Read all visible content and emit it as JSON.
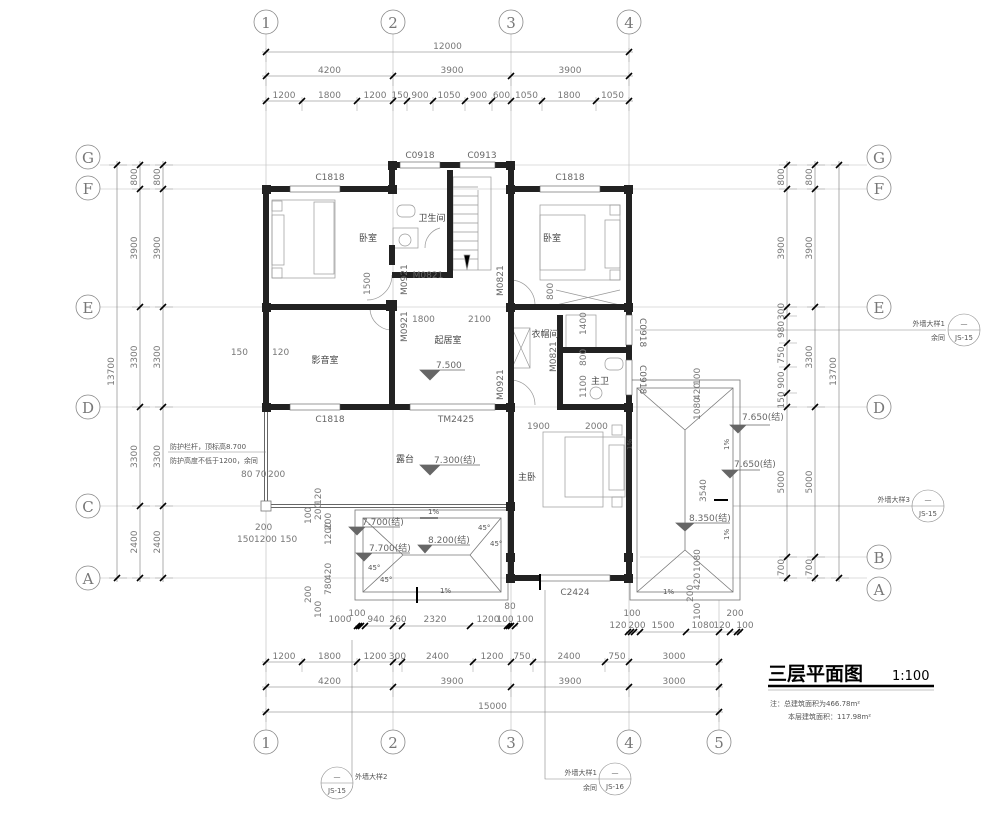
{
  "axes": {
    "vertical": [
      "1",
      "2",
      "3",
      "4"
    ],
    "vertical_bottom": [
      "1",
      "2",
      "3",
      "4",
      "5"
    ],
    "horizontal_left": [
      "G",
      "F",
      "E",
      "D",
      "C",
      "A"
    ],
    "horizontal_right": [
      "G",
      "F",
      "E",
      "D",
      "B",
      "A"
    ]
  },
  "dims_top": {
    "overall": "12000",
    "bays": [
      "4200",
      "3900",
      "3900"
    ],
    "detail": [
      "1200",
      "1800",
      "1200",
      "150",
      "900",
      "1050",
      "900",
      "600",
      "1050",
      "1800",
      "1050"
    ]
  },
  "dims_bottom": {
    "overall": "15000",
    "bays": [
      "4200",
      "3900",
      "3900",
      "3000"
    ],
    "detail": [
      "1200",
      "1800",
      "1200",
      "300",
      "2400",
      "1200",
      "750",
      "2400",
      "750",
      "3000"
    ],
    "openings": [
      "1000",
      "100",
      "940",
      "260",
      "2320",
      "1200",
      "100",
      "100",
      "80",
      "100",
      "120",
      "200",
      "1500",
      "1080",
      "120",
      "100",
      "200"
    ]
  },
  "dims_left": {
    "overall": "13700",
    "col_a": [
      "800",
      "3900",
      "3300",
      "3300",
      "2400"
    ],
    "col_b": [
      "800",
      "3900",
      "3300",
      "3300",
      "2400"
    ],
    "local": [
      "150",
      "120",
      "80",
      "70",
      "200",
      "200",
      "150",
      "1200",
      "150"
    ]
  },
  "dims_right": {
    "overall": "13700",
    "col_a": [
      "800",
      "3900",
      "300",
      "980",
      "750",
      "900",
      "150",
      "5000",
      "700"
    ],
    "col_b": [
      "800",
      "3900",
      "3300",
      "5000",
      "700"
    ]
  },
  "rooms": {
    "bedroom_nw": "卧室",
    "bathroom": "卫生间",
    "bedroom_ne": "卧室",
    "living": "起居室",
    "theater": "影音室",
    "closet": "衣帽间",
    "master_bath": "主卫",
    "terrace": "露台",
    "master_bedroom": "主卧"
  },
  "openings": {
    "windows": [
      "C0918",
      "C0913",
      "C1818",
      "C1818",
      "C1818",
      "TM2425",
      "C2424",
      "C0918",
      "C0918"
    ],
    "doors": [
      "M0821",
      "M0921",
      "M0821",
      "M0921",
      "M0821",
      "M0921"
    ]
  },
  "inner_dims": [
    "1500",
    "800",
    "1800",
    "2100",
    "1400",
    "800",
    "1100",
    "1900",
    "2000",
    "3540",
    "1080",
    "420",
    "100",
    "1080",
    "420",
    "200",
    "100",
    "100",
    "200",
    "120",
    "1200",
    "200",
    "420",
    "780",
    "200",
    "100"
  ],
  "elevations": [
    "7.500",
    "7.300(结)",
    "7.650(结)",
    "7.650(结)",
    "8.350(结)",
    "7.700(结)",
    "7.700(结)",
    "8.200(结)"
  ],
  "slopes": [
    "1%",
    "1%",
    "1%",
    "1%",
    "1%",
    "1%"
  ],
  "angles": [
    "45°",
    "45°",
    "45°",
    "45°"
  ],
  "notes": {
    "railing_1": "防护栏杆，顶标高8.700",
    "railing_2": "防护高度不低于1200，余同"
  },
  "callouts": [
    {
      "label": "外墙大样1",
      "sub": "余同",
      "num": "—",
      "sheet": "JS-15"
    },
    {
      "label": "外墙大样3",
      "num": "—",
      "sheet": "JS-15"
    },
    {
      "label": "外墙大样2",
      "num": "—",
      "sheet": "JS-15"
    },
    {
      "label": "外墙大样1",
      "sub": "余同",
      "num": "—",
      "sheet": "JS-16"
    }
  ],
  "title": {
    "text": "三层平面图",
    "scale": "1:100"
  },
  "area_notes": [
    "注：总建筑面积为466.78m²",
    "本层建筑面积：117.98m²"
  ]
}
